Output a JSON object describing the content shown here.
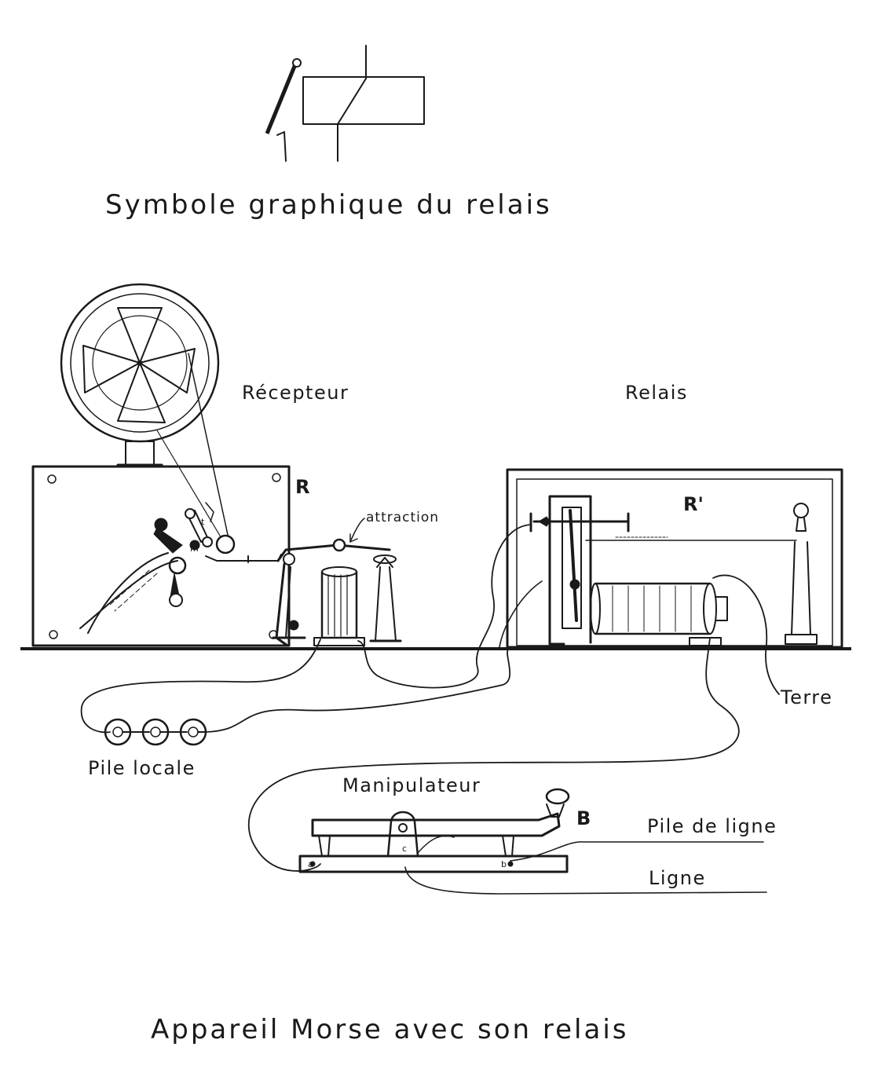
{
  "symbol": {
    "caption": "Symbole graphique du relais"
  },
  "labels": {
    "receptor": "Récepteur",
    "relay": "Relais",
    "attraction": "attraction",
    "receptor_letter": "R",
    "relay_letter": "R'",
    "earth": "Terre",
    "local_battery": "Pile locale",
    "key": "Manipulateur",
    "key_letter": "B",
    "line_battery": "Pile de ligne",
    "line": "Ligne",
    "small_t": "t",
    "small_m": "m",
    "small_a": "a",
    "small_b": "b",
    "small_c": "c"
  },
  "caption": {
    "main": "Appareil Morse avec son relais"
  }
}
